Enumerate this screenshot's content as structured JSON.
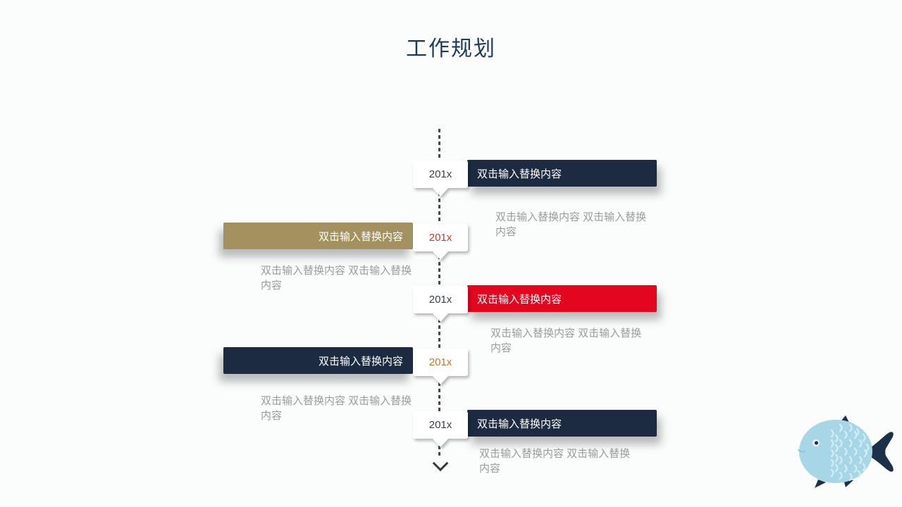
{
  "slide": {
    "title": "工作规划"
  },
  "colors": {
    "background": "#fafdfb",
    "title_text": "#1d3a5f",
    "bar_navy": "#1c2b42",
    "bar_tan": "#a39160",
    "bar_red": "#e2061f",
    "year_default": "#38404d",
    "year_red": "#c23b2e",
    "year_orange": "#c8762a",
    "description_gray": "#9b9b9b",
    "timeline_line": "#4a4a4a",
    "fish_body": "#a7d7e6",
    "fish_fins": "#1d3049"
  },
  "timeline": {
    "items": [
      {
        "year": "201x",
        "side": "right",
        "bar_color": "navy",
        "year_color": "default",
        "label": "双击输入替换内容",
        "description": "双击输入替换内容 双击输入替换内容"
      },
      {
        "year": "201x",
        "side": "left",
        "bar_color": "tan",
        "year_color": "red",
        "label": "双击输入替换内容",
        "description": "双击输入替换内容 双击输入替换内容"
      },
      {
        "year": "201x",
        "side": "right",
        "bar_color": "red",
        "year_color": "default",
        "label": "双击输入替换内容",
        "description": "双击输入替换内容 双击输入替换内容"
      },
      {
        "year": "201x",
        "side": "left",
        "bar_color": "navy",
        "year_color": "orange",
        "label": "双击输入替换内容",
        "description": "双击输入替换内容 双击输入替换内容"
      },
      {
        "year": "201x",
        "side": "right",
        "bar_color": "navy",
        "year_color": "default",
        "label": "双击输入替换内容",
        "description": "双击输入替换内容 双击输入替换内容"
      }
    ]
  }
}
